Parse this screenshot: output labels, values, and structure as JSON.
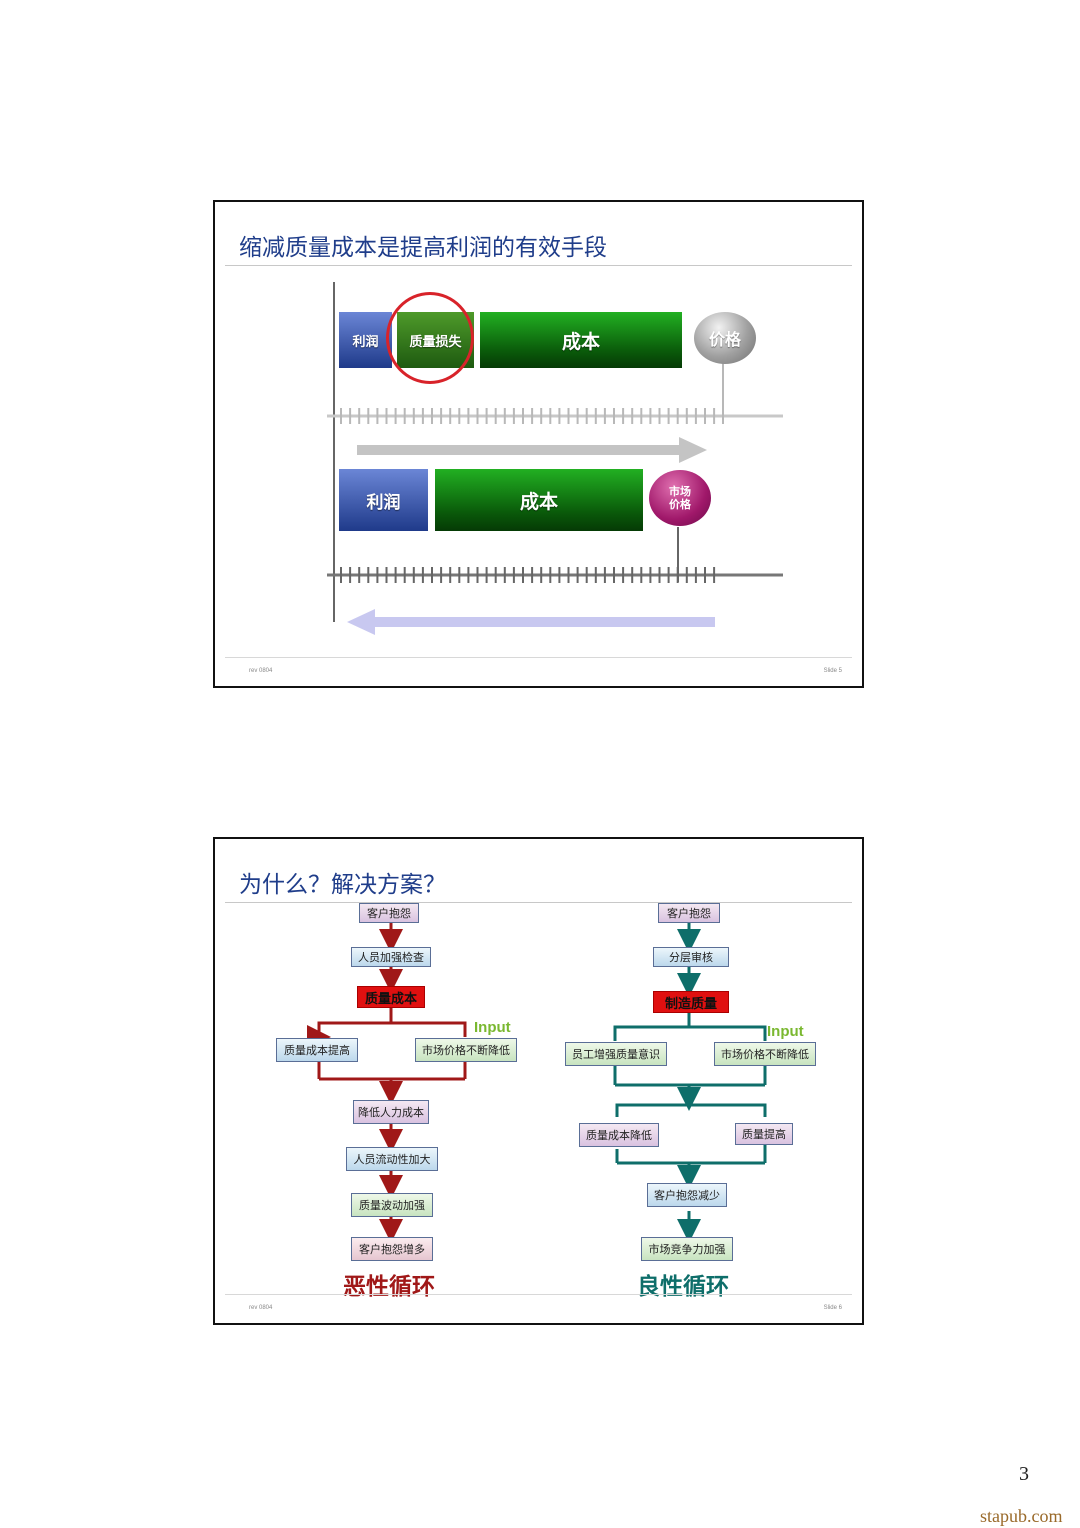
{
  "page": {
    "number": "3",
    "watermark": "stapub.com"
  },
  "slide1": {
    "title": "缩减质量成本是提高利润的有效手段",
    "footer_left": "rev 0804",
    "footer_right": "Slide 5",
    "top_row": {
      "profit": "利润",
      "quality_loss": "质量损失",
      "cost": "成本",
      "price": "价格"
    },
    "bottom_row": {
      "profit": "利润",
      "cost": "成本",
      "market_price_line1": "市场",
      "market_price_line2": "价格"
    },
    "colors": {
      "profit": "#2f4fa8",
      "cost": "#0d7a0d",
      "quality_loss": "#2f7a1a",
      "circle": "#d8232a",
      "market_price": "#a0186a",
      "arrow_top": "#c0c0c0",
      "arrow_bottom": "#c8c8f0"
    }
  },
  "slide2": {
    "title": "为什么？解决方案？",
    "footer_left": "rev 0804",
    "footer_right": "Slide 6",
    "vicious": {
      "label": "恶性循环",
      "color": "#a01818",
      "n1": "客户抱怨",
      "n2": "人员加强检查",
      "n3": "质量成本",
      "n4_left": "质量成本提高",
      "n4_right": "市场价格不断降低",
      "input": "Input",
      "n5": "降低人力成本",
      "n6": "人员流动性加大",
      "n7": "质量波动加强",
      "n8": "客户抱怨增多"
    },
    "virtuous": {
      "label": "良性循环",
      "color": "#0e6e6a",
      "n1": "客户抱怨",
      "n2": "分层审核",
      "n3": "制造质量",
      "n4_left": "员工增强质量意识",
      "n4_right": "市场价格不断降低",
      "input": "Input",
      "n5_left": "质量成本降低",
      "n5_right": "质量提高",
      "n6": "客户抱怨减少",
      "n7": "市场竞争力加强"
    }
  }
}
